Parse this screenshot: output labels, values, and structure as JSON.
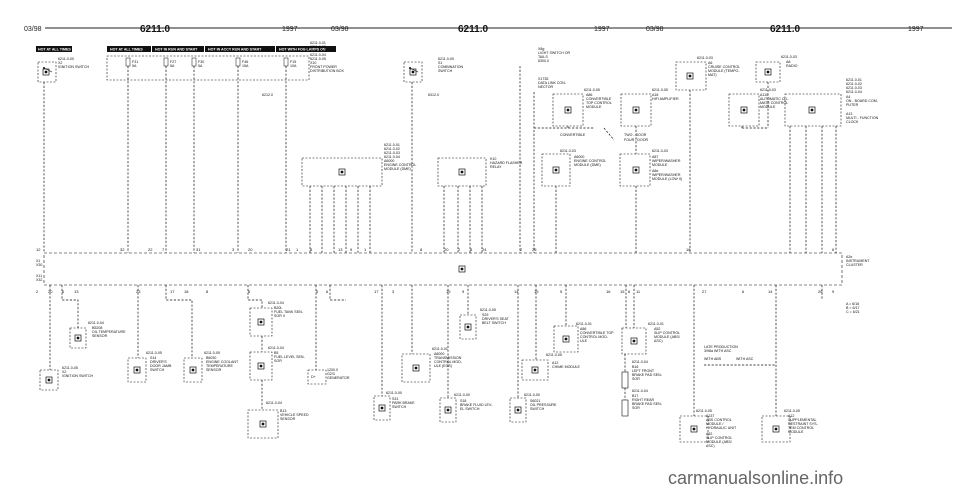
{
  "header": {
    "left": {
      "date": "03/98",
      "number": "6211.0",
      "year": "1997"
    },
    "middle": {
      "date": "03/98",
      "number": "6211.0",
      "year": "1997"
    },
    "right": {
      "date": "03/98",
      "number": "6211.0",
      "year": "1997"
    }
  },
  "hot_labels": [
    "HOT AT ALL TIMES",
    "HOT AT ALL TIMES",
    "HOT IN RUN AND START",
    "HOT IN ACCY RUN AND START",
    "HOT WITH FOG LAMPS ON"
  ],
  "fuses": [
    {
      "name": "F31",
      "amp": "5A"
    },
    {
      "name": "F27",
      "amp": "5A"
    },
    {
      "name": "F30",
      "amp": "5A"
    },
    {
      "name": "F46",
      "amp": "15A"
    },
    {
      "name": "F15",
      "amp": "10A"
    }
  ],
  "components": {
    "x2": {
      "lines": [
        "6211.0-00",
        "X2",
        "IGNITION SWITCH"
      ]
    },
    "x10": {
      "lines": [
        "6211.0-01",
        "6211.0-02",
        "6211.0-03",
        "6211.0-04",
        "6211.0-05",
        "X10",
        "FRONT POWER",
        "DISTRIBUTION BOX"
      ]
    },
    "x10_ref": {
      "lines": [
        "6212.0"
      ]
    },
    "s1": {
      "lines": [
        "6211.0-00",
        "S1",
        "COMBINATION",
        "SWITCH"
      ]
    },
    "s1_ref": {
      "lines": [
        "6312.0"
      ]
    },
    "top_note": {
      "lines": [
        "X8g",
        "LIGHT SWITCH OR",
        "TAILS",
        "6300.0"
      ]
    },
    "x18": {
      "lines": [
        "X1735",
        "DATA LINK CON-",
        "NECTOR"
      ]
    },
    "a86": {
      "lines": [
        "6211.0-05",
        "A86",
        "CONVERTIBLE",
        "TOP CONTROL",
        "MODULE"
      ]
    },
    "a18": {
      "lines": [
        "6211.0-05",
        "A18",
        "HIFI AMPLIFIER"
      ]
    },
    "a6": {
      "lines": [
        "6211.0-03",
        "A6",
        "CRUISE CONTROL",
        "MODULE (TEMPO-",
        "MAT)"
      ]
    },
    "a110": {
      "lines": [
        "6211.0-03",
        "A110",
        "AUTOMATIC CLI-",
        "MATE CONTROL",
        "MODULE"
      ]
    },
    "a8": {
      "lines": [
        "6211.0-03",
        "A8",
        "RADIO"
      ]
    },
    "a4": {
      "lines": [
        "6211.0-01",
        "6211.0-02",
        "6211.0-03",
        "6211.0-04",
        "A4",
        "ON - BOARD COM-",
        "PUTER",
        "A13",
        "MULTI - FUNCTION",
        "CLOCK"
      ]
    },
    "convertible": {
      "lines": [
        "CONVERTIBLE"
      ]
    },
    "twodoor": {
      "lines": [
        "TWO - DOOR",
        "FOUR - DOOR"
      ]
    },
    "a6000_l": {
      "lines": [
        "6211.0-01",
        "6211.0-02",
        "6211.0-03",
        "6211.0-04",
        "A6000",
        "ENGINE CONTROL",
        "MODULE (DME)"
      ]
    },
    "k10": {
      "lines": [
        "K10",
        "HAZARD FLASHER",
        "RELAY"
      ]
    },
    "a6000_r": {
      "lines": [
        "6211.0-03",
        "A6000",
        "ENGINE CONTROL",
        "MODULE (DME)"
      ]
    },
    "a87": {
      "lines": [
        "6211.0-03",
        "A87",
        "WIPER/WASHER",
        "MODULE",
        "A8e",
        "WIPER/WASHER",
        "MODULE (LOW II)"
      ]
    },
    "a2": {
      "lines": [
        "A2e",
        "INSTRUMENT",
        "CLUSTER"
      ]
    },
    "x2_bottom": {
      "lines": [
        "6211.0-05",
        "X2",
        "IGNITION SWITCH"
      ]
    },
    "b5208": {
      "lines": [
        "6211.0-04",
        "B5208",
        "OIL TEMPERATURE",
        "SENSOR"
      ]
    },
    "s14": {
      "lines": [
        "6211.0-05",
        "S14",
        "DRIVER'S",
        "DOOR JAMB",
        "SWITCH"
      ]
    },
    "b6030": {
      "lines": [
        "6211.0-05",
        "B6030",
        "ENGINE COOLANT",
        "TEMPERATURE",
        "SENSOR"
      ]
    },
    "b20": {
      "lines": [
        "6211.0-04",
        "B20L",
        "FUEL TANK SEN-",
        "SOR II"
      ]
    },
    "b5": {
      "lines": [
        "6211.0-04",
        "B5",
        "FUEL LEVEL SEN-",
        "SOR"
      ]
    },
    "b13": {
      "lines": [
        "6211.0-04",
        "B13",
        "VEHICLE SPEED",
        "SENSOR"
      ]
    },
    "g2": {
      "lines": [
        "1200.0",
        "G2/3",
        "GENERATOR"
      ]
    },
    "g2_box": {
      "lines": [
        "D+"
      ]
    },
    "s29": {
      "lines": [
        "6211.0-05",
        "S29",
        "DRIVER'S SEAT",
        "BELT SWITCH"
      ]
    },
    "s31": {
      "lines": [
        "6211.0-00",
        "S31",
        "PARK BRAKE",
        "SWITCH"
      ]
    },
    "a6000_b": {
      "lines": [
        "6211.0-01",
        "A6000",
        "TRANSMISSION",
        "CONTROL MOD-",
        "ULE (EGS)"
      ]
    },
    "s18": {
      "lines": [
        "6211.0-00",
        "S18",
        "BRAKE FLUID LEV-",
        "EL SWITCH"
      ]
    },
    "a86_b": {
      "lines": [
        "6211.0-01",
        "A86",
        "CONVERTIBLE TOP",
        "CONTROL MOD-",
        "ULE"
      ]
    },
    "s6021": {
      "lines": [
        "6211.0-00",
        "S6021",
        "OIL PRESSURE",
        "SWITCH"
      ]
    },
    "a12": {
      "lines": [
        "6211.0-05",
        "A12",
        "CHIME MODULE"
      ]
    },
    "a52": {
      "lines": [
        "6211.0-01",
        "A52",
        "SLIP CONTROL",
        "MODULE (ABS/",
        "ASC)"
      ]
    },
    "b16": {
      "lines": [
        "6211.0-04",
        "B16",
        "LEFT FRONT",
        "BRAKE PAD SEN-",
        "SOR"
      ]
    },
    "b17": {
      "lines": [
        "6211.0-04",
        "B17",
        "RIGHT REAR",
        "BRAKE PAD SEN-",
        "SOR"
      ]
    },
    "late": {
      "lines": [
        "LATE PRODUCTION",
        "3/98a WITH ASC",
        "WITH ABS"
      ]
    },
    "with_asc": {
      "lines": [
        "WITH ASC"
      ]
    },
    "a237": {
      "lines": [
        "6211.0-05",
        "A237",
        "ABS CONTROL",
        "MODULE /",
        "HYDRAULIC UNIT",
        "A52",
        "SLIP CONTROL",
        "MODULE (ABS/",
        "ASC)"
      ]
    },
    "a12_srs": {
      "lines": [
        "6211.0-05",
        "A12",
        "SUPPLEMENTAL",
        "RESTRAINT SYS-",
        "TEM CONTROL",
        "MODULE"
      ]
    },
    "ref_legend": {
      "lines": [
        "A = 6/16",
        "B = 6/17",
        "C = 6/21"
      ]
    }
  },
  "connectors": {
    "x1": "X1",
    "x30": "X30",
    "x11": "X11",
    "x32": "X32"
  },
  "pins_top": [
    "12",
    "32",
    "22",
    "7",
    "31",
    "3",
    "20",
    "21",
    "1",
    "8",
    "13",
    "9",
    "1",
    "8",
    "20",
    "2",
    "8",
    "24",
    "2",
    "25",
    "18",
    "6"
  ],
  "pins_bottom": [
    "2",
    "20",
    "6",
    "13",
    "23",
    "17",
    "18",
    "8",
    "6",
    "5",
    "6",
    "17",
    "3",
    "19",
    "9",
    "14",
    "19",
    "5",
    "16",
    "15",
    "6",
    "11",
    "27",
    "6",
    "14",
    "26",
    "9"
  ],
  "watermark": "carmanualsonline.info"
}
